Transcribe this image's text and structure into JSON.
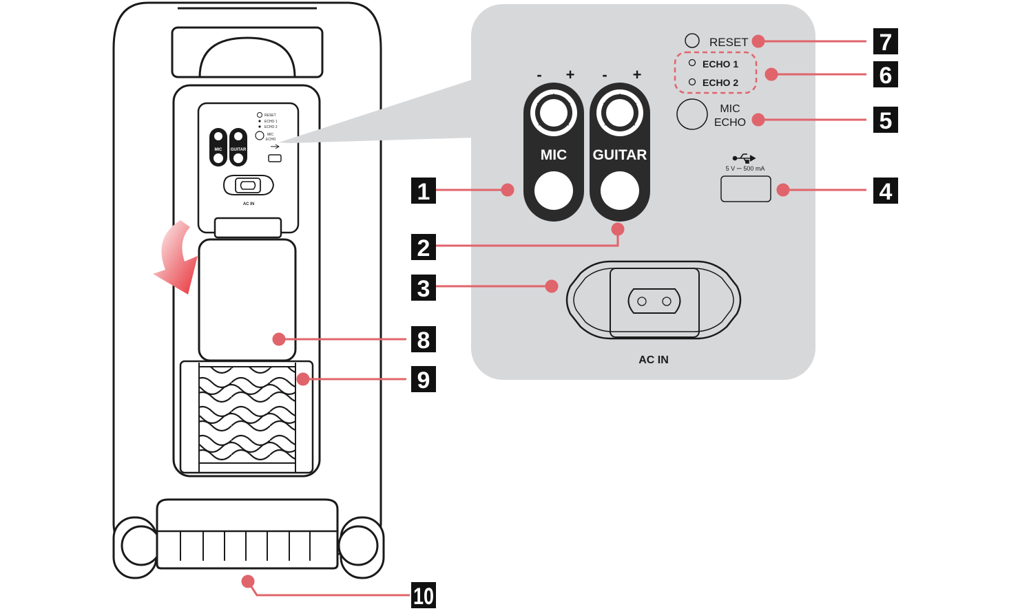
{
  "panel": {
    "knob_minus": "-",
    "knob_plus": "+",
    "mic_label": "MIC",
    "guitar_label": "GUITAR",
    "reset_label": "RESET",
    "echo1_label": "ECHO 1",
    "echo2_label": "ECHO 2",
    "mic_echo_line1": "MIC",
    "mic_echo_line2": "ECHO",
    "usb_rating": "5 V ⎓ 500 mA",
    "ac_in_label": "AC IN"
  },
  "device": {
    "mini_reset": "RESET",
    "mini_echo1": "ECHO 1",
    "mini_echo2": "ECHO 2",
    "mini_mic_echo1": "MIC",
    "mini_mic_echo2": "ECHO",
    "mini_mic": "MIC",
    "mini_guitar": "GUITAR",
    "mini_ac_in": "AC IN"
  },
  "callouts": [
    "1",
    "2",
    "3",
    "4",
    "5",
    "6",
    "7",
    "8",
    "9",
    "10"
  ],
  "colors": {
    "accent": "#e0646b",
    "panel_bg": "#d7d8da",
    "outline": "#1a1a1a",
    "badge": "#111111",
    "arrow": "#e8333a"
  }
}
